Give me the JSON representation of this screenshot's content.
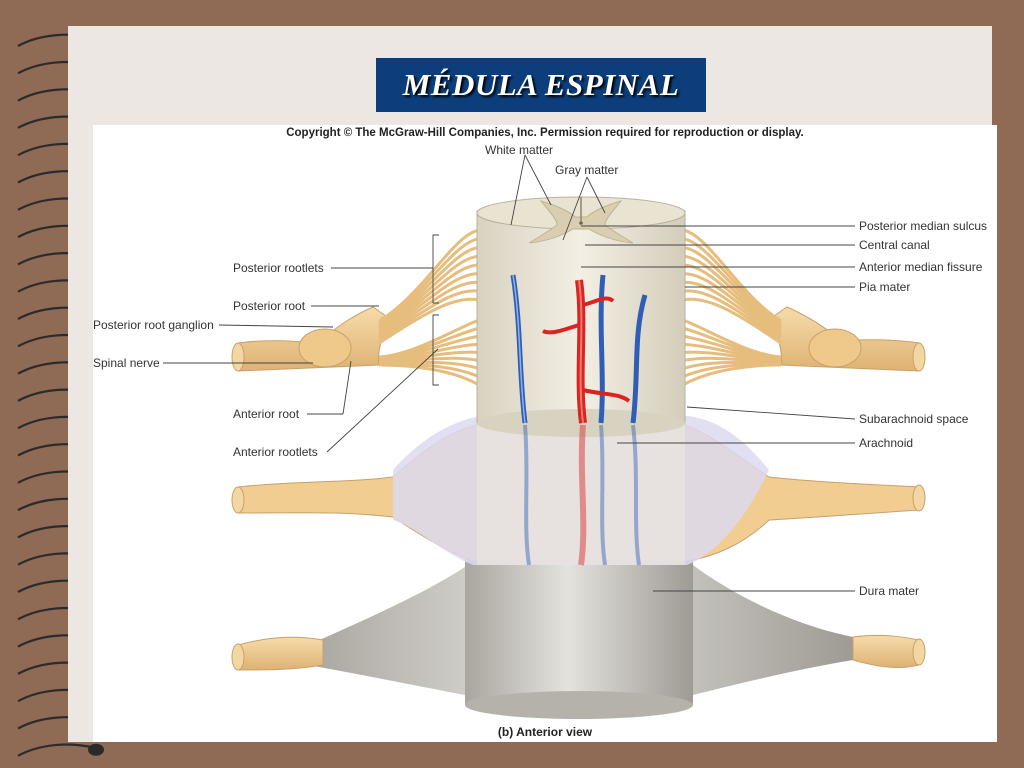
{
  "slide": {
    "title": "MÉDULA ESPINAL"
  },
  "figure": {
    "copyright": "Copyright © The McGraw-Hill Companies, Inc. Permission required for reproduction or display.",
    "caption": "(b) Anterior view",
    "labels": {
      "white_matter": "White matter",
      "gray_matter": "Gray matter",
      "posterior_median_sulcus": "Posterior median sulcus",
      "central_canal": "Central canal",
      "anterior_median_fissure": "Anterior median fissure",
      "pia_mater": "Pia mater",
      "posterior_rootlets": "Posterior rootlets",
      "posterior_root": "Posterior root",
      "posterior_root_ganglion": "Posterior root ganglion",
      "spinal_nerve": "Spinal nerve",
      "anterior_root": "Anterior root",
      "anterior_rootlets": "Anterior rootlets",
      "subarachnoid_space": "Subarachnoid space",
      "arachnoid": "Arachnoid",
      "dura_mater": "Dura mater"
    }
  },
  "colors": {
    "background": "#8f6a55",
    "page": "#ece7e2",
    "title_box": "#0d3e7b",
    "nerve": "#f1cd92",
    "artery": "#d92424",
    "vein": "#2f5fb5",
    "dura": "#cfcdc8"
  }
}
